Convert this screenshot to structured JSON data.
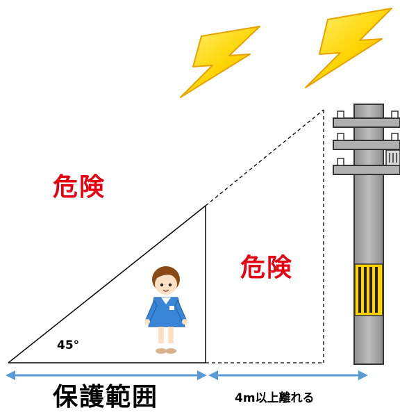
{
  "labels": {
    "danger_outer": "危険",
    "danger_inner": "危険",
    "angle": "45°",
    "protection_range": "保護範囲",
    "distance": "4m以上離れる"
  },
  "icons": [
    "lightning-bolt-icon",
    "lightning-bolt-icon",
    "child-figure",
    "utility-pole"
  ],
  "colors": {
    "danger_text": "#e60012",
    "arrow": "#5b9bd5",
    "lightning_fill": "#ffd400",
    "lightning_edge": "#f0a800",
    "pole_fill": "#a6a6a6",
    "pole_band": "#ffd200"
  }
}
